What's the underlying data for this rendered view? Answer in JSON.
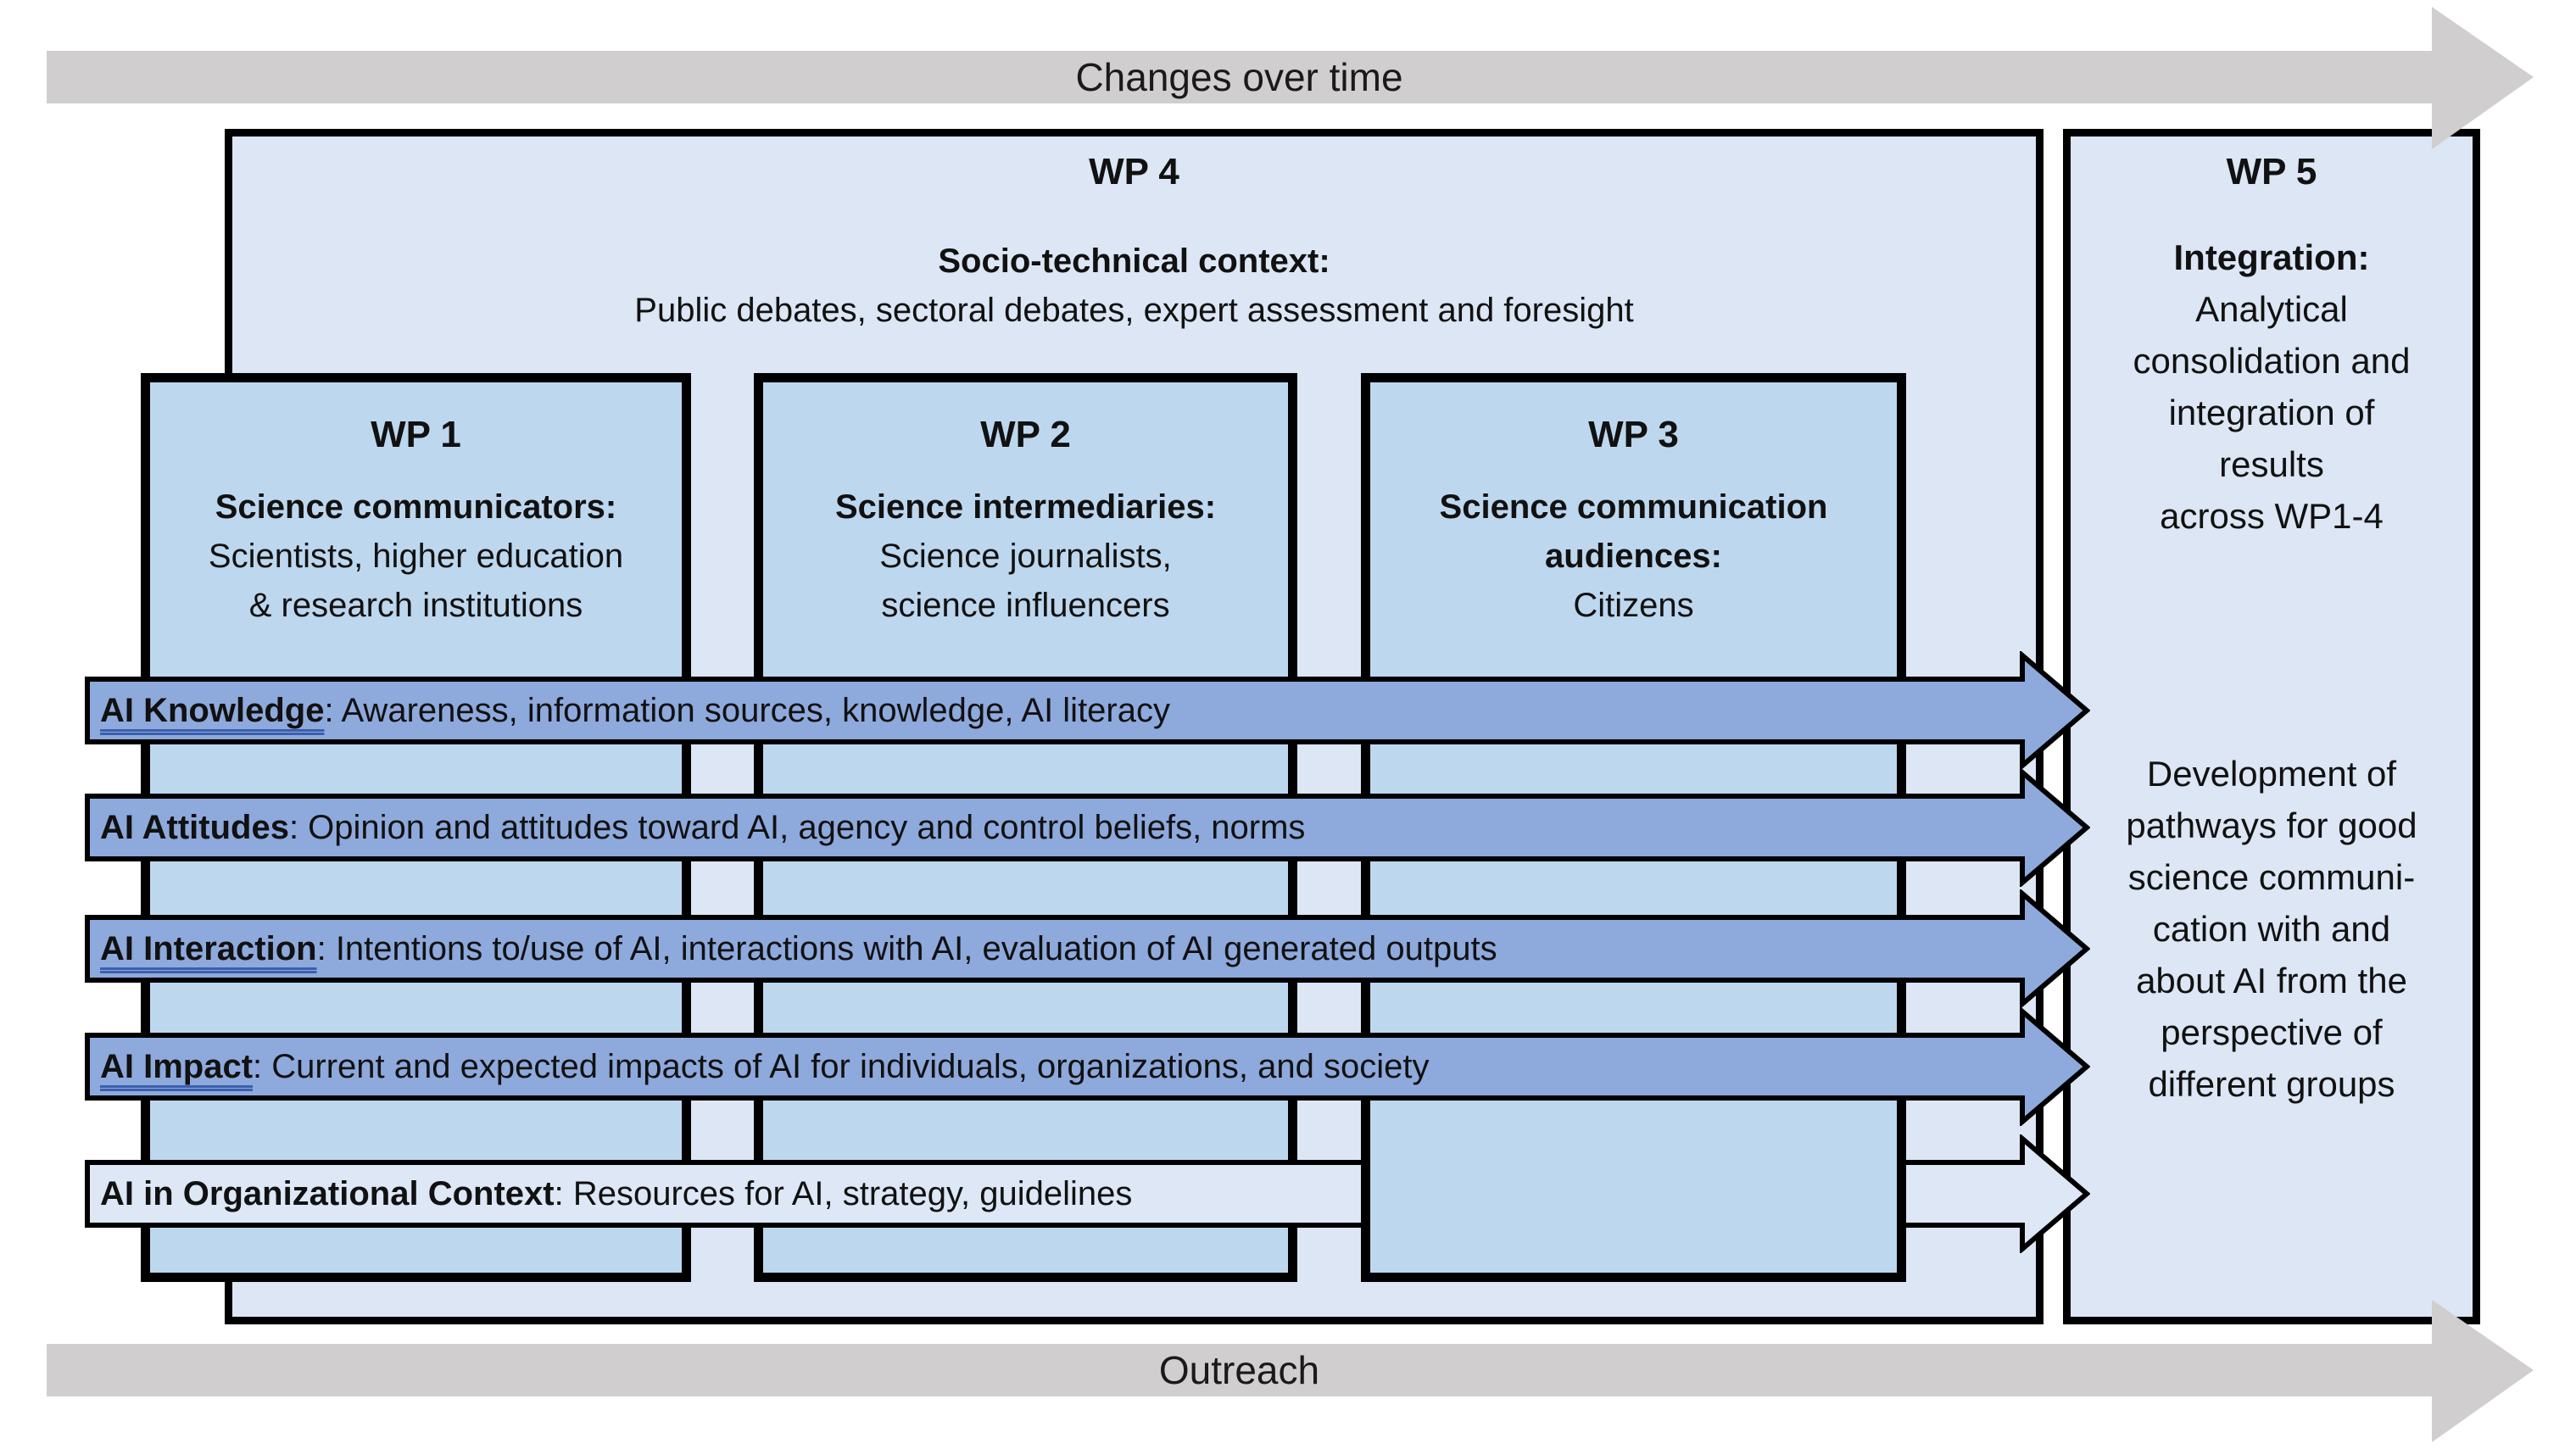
{
  "colors": {
    "band_blue": "#8ea9dc",
    "band_light": "#dde7f5",
    "panel_light": "#dce6f4",
    "box_blue": "#bdd7ee",
    "arrow_gray": "#d0cece",
    "underline_blue": "#3b5fae"
  },
  "top_arrow": {
    "label": "Changes over time"
  },
  "bottom_arrow": {
    "label": "Outreach"
  },
  "wp4": {
    "title": "WP 4",
    "lead": "Socio-technical context:",
    "body": "Public debates, sectoral debates, expert assessment and foresight"
  },
  "wp1": {
    "title": "WP 1",
    "lead": "Science communicators:",
    "line1": "Scientists, higher education",
    "line2": "& research institutions"
  },
  "wp2": {
    "title": "WP 2",
    "lead": "Science intermediaries:",
    "line1": "Science journalists,",
    "line2": "science influencers"
  },
  "wp3": {
    "title": "WP 3",
    "lead_line1": "Science communication",
    "lead_line2": "audiences:",
    "line1": "Citizens"
  },
  "wp5": {
    "title": "WP 5",
    "lead": "Integration:",
    "block1": [
      "Analytical",
      "consolidation and",
      "integration of",
      "results",
      "across WP1-4"
    ],
    "block2": [
      "Development of",
      "pathways for good",
      "science communi-",
      "cation with and",
      "about AI from the",
      "perspective of",
      "different groups"
    ]
  },
  "bands": [
    {
      "lead": "AI Knowledge",
      "rest": ": Awareness, information sources, knowledge, AI literacy"
    },
    {
      "lead": "AI Attitudes",
      "rest": ": Opinion and attitudes toward AI, agency and control beliefs, norms"
    },
    {
      "lead": "AI Interaction",
      "rest": ": Intentions to/use of AI, interactions with AI, evaluation of AI generated outputs"
    },
    {
      "lead": "AI Impact",
      "rest": ": Current and expected impacts of AI for individuals, organizations, and society"
    },
    {
      "lead": "AI in Organizational Context",
      "rest": ": Resources for AI, strategy, guidelines"
    }
  ]
}
